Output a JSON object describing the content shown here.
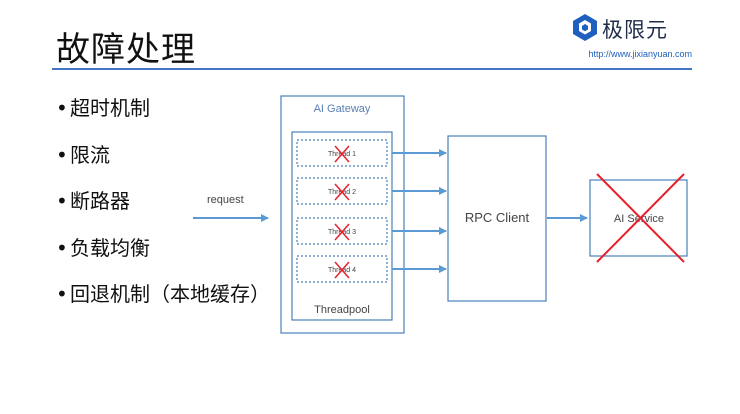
{
  "slide": {
    "title": "故障处理",
    "logo_text": "极限元",
    "logo_url": "http://www.jixianyuan.com"
  },
  "bullets": [
    "超时机制",
    "限流",
    "断路器",
    "负载均衡",
    "回退机制（本地缓存）"
  ],
  "diagram": {
    "request_label": "request",
    "gateway_label": "AI Gateway",
    "threadpool_label": "Threadpool",
    "threads": [
      "Thread 1",
      "Thread 2",
      "Thread 3",
      "Thread 4"
    ],
    "failed_threads": [
      "Thread 1",
      "Thread 2",
      "Thread 3",
      "Thread 4"
    ],
    "rpc_client_label": "RPC Client",
    "ai_service_label": "AI Service",
    "ai_service_failed": true,
    "colors": {
      "box_border": "#4a7ebb",
      "arrow": "#5b9bd5",
      "failure_mark": "#e8202a",
      "gateway_text": "#5b7fb5"
    }
  }
}
